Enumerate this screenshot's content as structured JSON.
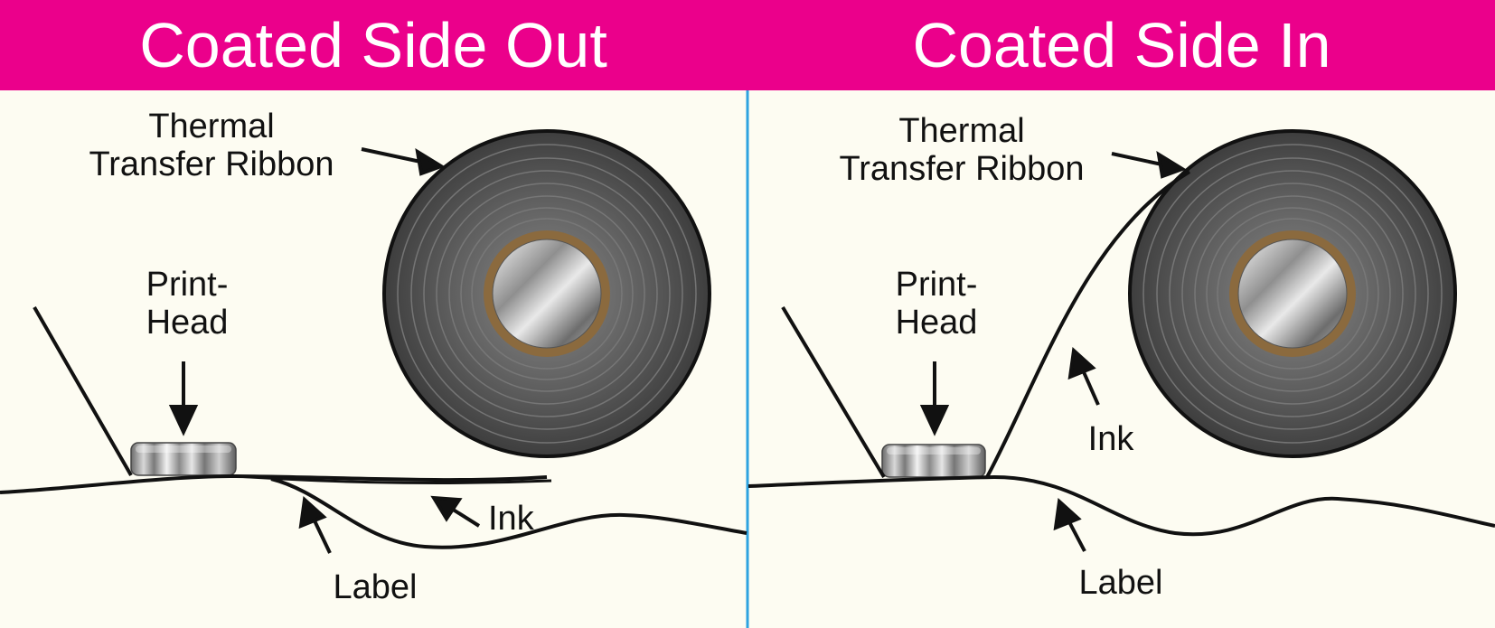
{
  "left_panel": {
    "title": "Coated Side Out",
    "ribbon_label_line1": "Thermal",
    "ribbon_label_line2": "Transfer Ribbon",
    "printhead_label_line1": "Print-",
    "printhead_label_line2": "Head",
    "ink_label": "Ink",
    "label_label": "Label"
  },
  "right_panel": {
    "title": "Coated Side In",
    "ribbon_label_line1": "Thermal",
    "ribbon_label_line2": "Transfer Ribbon",
    "printhead_label_line1": "Print-",
    "printhead_label_line2": "Head",
    "ink_label": "Ink",
    "label_label": "Label"
  },
  "colors": {
    "header": "#eb008b",
    "background": "#fdfcf2",
    "divider": "#2ea3e0",
    "ribbon": "#4a4a4a",
    "core_ring": "#8b6a3e"
  }
}
